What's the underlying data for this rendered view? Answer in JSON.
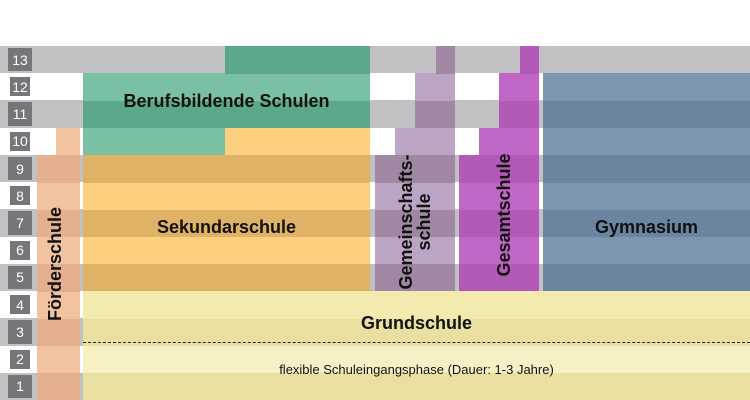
{
  "grades": [
    "1",
    "2",
    "3",
    "4",
    "5",
    "6",
    "7",
    "8",
    "9",
    "10",
    "11",
    "12",
    "13"
  ],
  "schools": {
    "foerderschule": {
      "label": "Förderschule",
      "colors": {
        "light": "#f2c3a0",
        "dark": "#e4b090"
      }
    },
    "berufsbildende": {
      "label": "Berufsbildende Schulen",
      "colors": {
        "light": "#79c1a2",
        "dark": "#5ca88a"
      }
    },
    "sekundarschule": {
      "label": "Sekundarschule",
      "colors": {
        "light": "#fdd080",
        "dark": "#e0b265"
      }
    },
    "gemeinschaftsschule": {
      "label_line1": "Gemeinschafts-",
      "label_line2": "schule",
      "colors": {
        "light": "#bca4c4",
        "dark": "#a087a3"
      }
    },
    "gesamtschule": {
      "label": "Gesamtschule",
      "colors": {
        "light": "#c066c6",
        "dark": "#b35ab9"
      }
    },
    "gymnasium": {
      "label": "Gymnasium",
      "colors": {
        "light": "#7c95b0",
        "dark": "#6b84a0"
      }
    },
    "grundschule": {
      "label": "Grundschule",
      "sublabel": "flexible Schuleingangsphase (Dauer: 1-3 Jahre)",
      "colors": {
        "light": "#f3eab0",
        "dark": "#e8dfa0",
        "entry": "#f7f0c4"
      }
    }
  },
  "colors": {
    "band": "#c1c1c3",
    "grade_box": "#75757a"
  }
}
